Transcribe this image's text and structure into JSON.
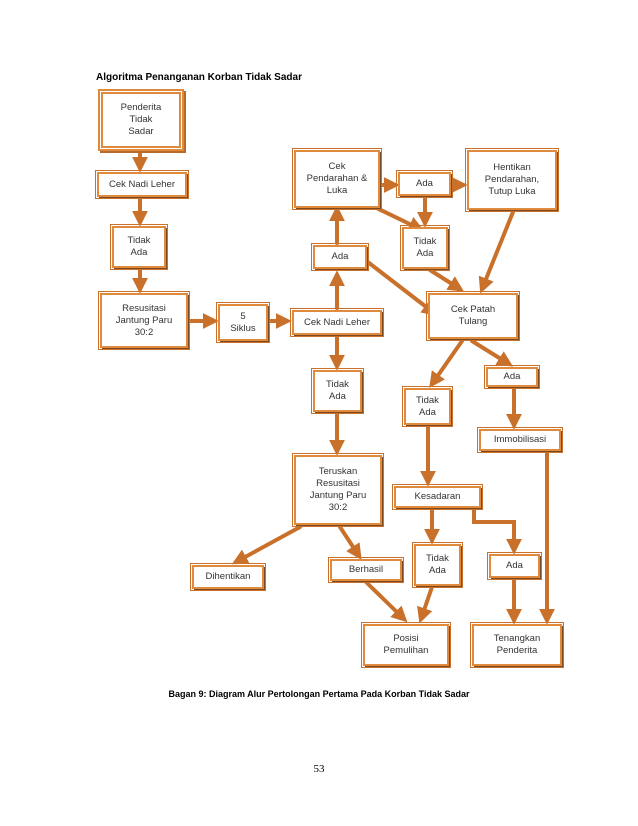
{
  "diagram": {
    "heading": "Algoritma Penanganan Korban Tidak Sadar",
    "caption": "Bagan 9: Diagram Alur Pertolongan Pertama Pada Korban Tidak Sadar",
    "page_number": "53",
    "nodes": {
      "penderita": "Penderita\nTidak\nSadar",
      "ceknadi1": "Cek Nadi Leher",
      "tidakada1": "Tidak\nAda",
      "resusitasi": "Resusitasi\nJantung Paru\n30:2",
      "siklus": "5\nSiklus",
      "ceknadi2": "Cek Nadi Leher",
      "cekpendarahan": "Cek\nPendarahan &\nLuka",
      "ada1": "Ada",
      "hentikan": "Hentikan\nPendarahan,\nTutup Luka",
      "ada2": "Ada",
      "tidakada2": "Tidak\nAda",
      "cekpatah": "Cek Patah\nTulang",
      "tidakada3": "Tidak\nAda",
      "ada3": "Ada",
      "tidakada4": "Tidak\nAda",
      "immobilisasi": "Immobilisasi",
      "teruskan": "Teruskan\nResusitasi\nJantung Paru\n30:2",
      "kesadaran": "Kesadaran",
      "dihentikan": "Dihentikan",
      "berhasil": "Berhasil",
      "tidakada5": "Tidak\nAda",
      "ada4": "Ada",
      "posisi": "Posisi\nPemulihan",
      "tenangkan": "Tenangkan\nPenderita"
    }
  }
}
